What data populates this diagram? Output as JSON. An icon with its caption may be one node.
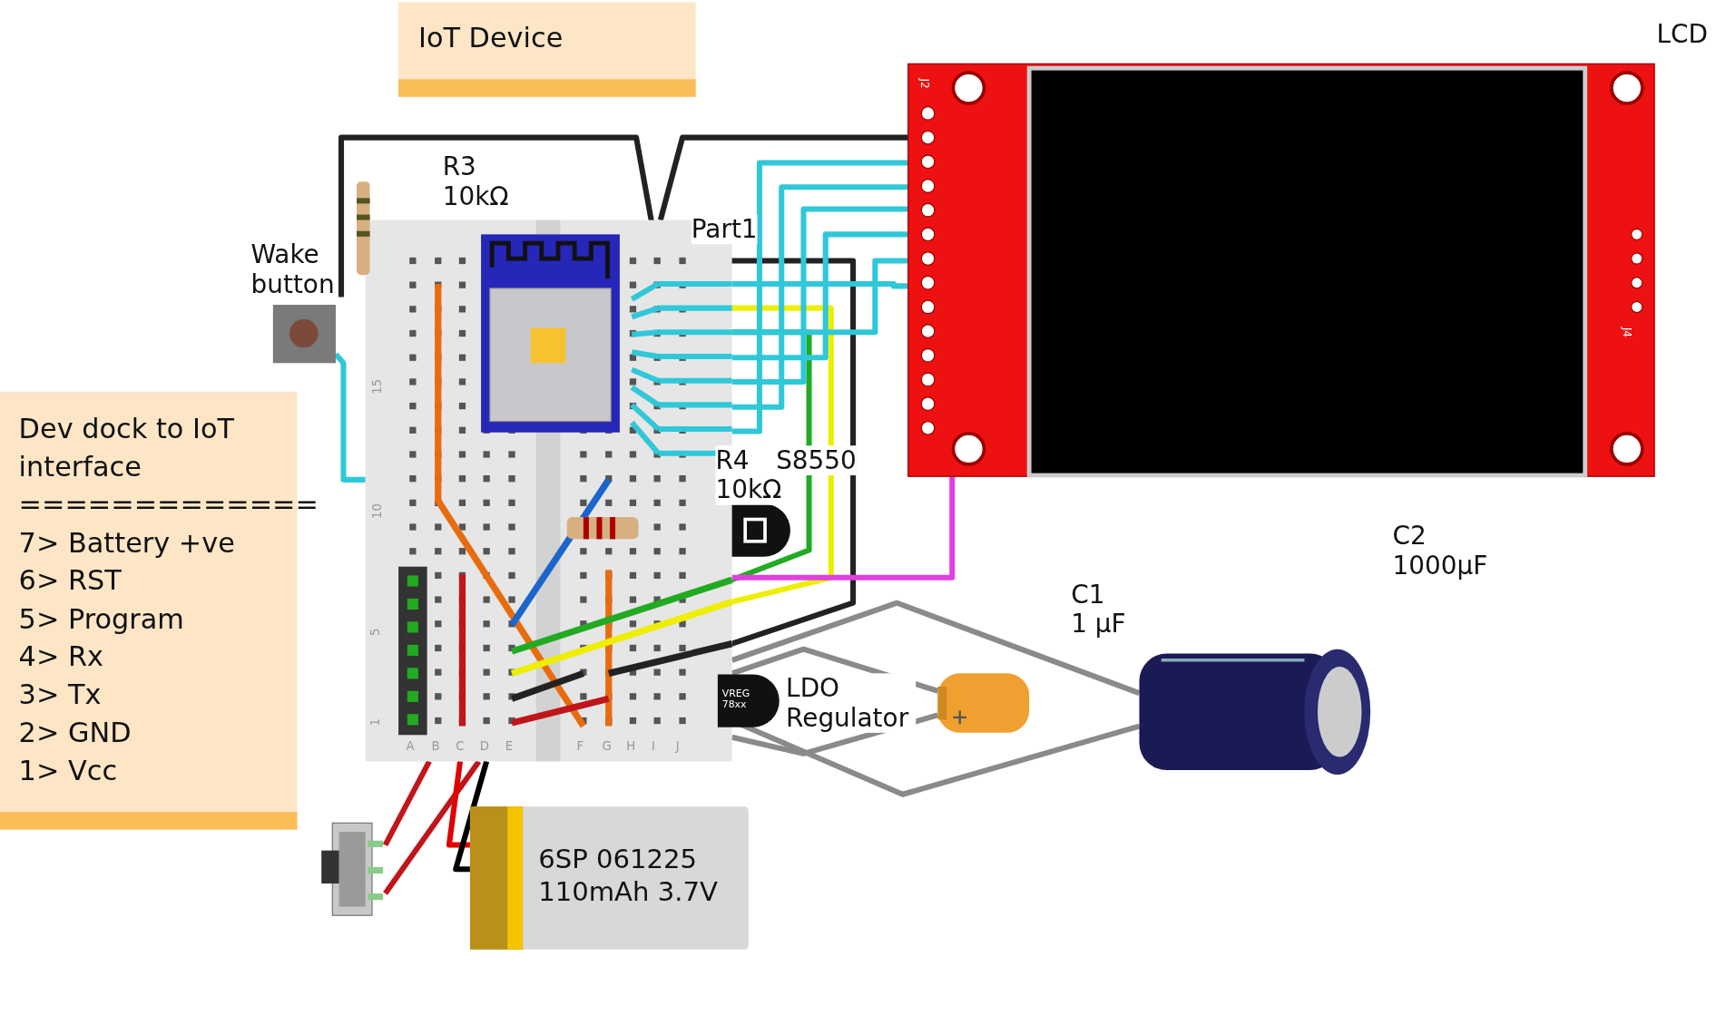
{
  "diagram": {
    "nodes": [
      {
        "text": [
          "IoT Device"
        ]
      },
      {
        "text": [
          "Dev dock to IoT interface",
          "=============",
          "7> Battery +ve",
          "6> RST",
          "5> Program",
          "4> Rx",
          "3> Tx",
          "2> GND",
          "1> Vcc"
        ]
      },
      {
        "text": [],
        "shape": "picture"
      },
      {
        "text": [],
        "shape": "picture",
        "in": 2,
        "beside": [
          "Part1"
        ]
      },
      {
        "text": [
          "J2",
          "J4"
        ],
        "beside": [
          "LCD"
        ]
      },
      {
        "text": [],
        "shape": "picture",
        "beside": [
          "R3",
          "10kΩ"
        ]
      },
      {
        "text": [],
        "shape": "picture",
        "beside": [
          "Wake button"
        ]
      },
      {
        "text": [],
        "shape": "picture",
        "in": 2,
        "beside": [
          "R4",
          "10kΩ"
        ]
      },
      {
        "text": [],
        "shape": "picture",
        "beside": [
          "S8550"
        ]
      },
      {
        "text": [
          "VREG 78xx"
        ],
        "beside": [
          "LDO Regulator"
        ]
      },
      {
        "text": [],
        "shape": "picture",
        "beside": [
          "C1",
          "1 µF"
        ]
      },
      {
        "text": [],
        "shape": "picture",
        "beside": [
          "C2",
          "1000µF"
        ]
      },
      {
        "text": [],
        "shape": "picture",
        "in": 2
      },
      {
        "text": [],
        "shape": "picture"
      },
      {
        "text": [
          "6SP 061225 110mAh 3.7V"
        ]
      }
    ],
    "edges": [
      {
        "from": 11,
        "to": 2,
        "arrow": "none"
      },
      {
        "from": 11,
        "to": 2,
        "arrow": "none"
      },
      {
        "from": 10,
        "to": 2,
        "arrow": "none"
      },
      {
        "from": 10,
        "to": 2,
        "arrow": "none"
      },
      {
        "from": 13,
        "to": 2,
        "arrow": "none",
        "color": "#c0161b"
      },
      {
        "from": 13,
        "to": 2,
        "arrow": "none",
        "color": "#c0161b"
      },
      {
        "from": 14,
        "to": 2,
        "arrow": "none",
        "color": "#e00000"
      },
      {
        "from": 14,
        "to": 2,
        "arrow": "none",
        "color": "#000000"
      },
      {
        "from": 4,
        "to": 2,
        "arrow": "none",
        "color": "#e040e0"
      },
      {
        "from": 6,
        "to": 2,
        "arrow": "none",
        "color": "#30c8d8"
      },
      {
        "from": 4,
        "to": 2,
        "arrow": "none",
        "color": "#222222"
      },
      {
        "from": 4,
        "to": 2,
        "arrow": "none",
        "color": "#30c8d8"
      },
      {
        "from": 4,
        "to": 2,
        "arrow": "none",
        "color": "#30c8d8"
      },
      {
        "from": 4,
        "to": 2,
        "arrow": "none",
        "color": "#30c8d8"
      },
      {
        "from": 4,
        "to": 2,
        "arrow": "none",
        "color": "#30c8d8"
      },
      {
        "from": 4,
        "to": 2,
        "arrow": "none",
        "color": "#30c8d8"
      },
      {
        "from": 4,
        "to": 2,
        "arrow": "none",
        "color": "#30c8d8"
      }
    ],
    "labels": [
      "15",
      "10",
      "5",
      "1",
      "A",
      "B",
      "C",
      "D",
      "E",
      "F",
      "G",
      "H",
      "I",
      "J"
    ]
  }
}
